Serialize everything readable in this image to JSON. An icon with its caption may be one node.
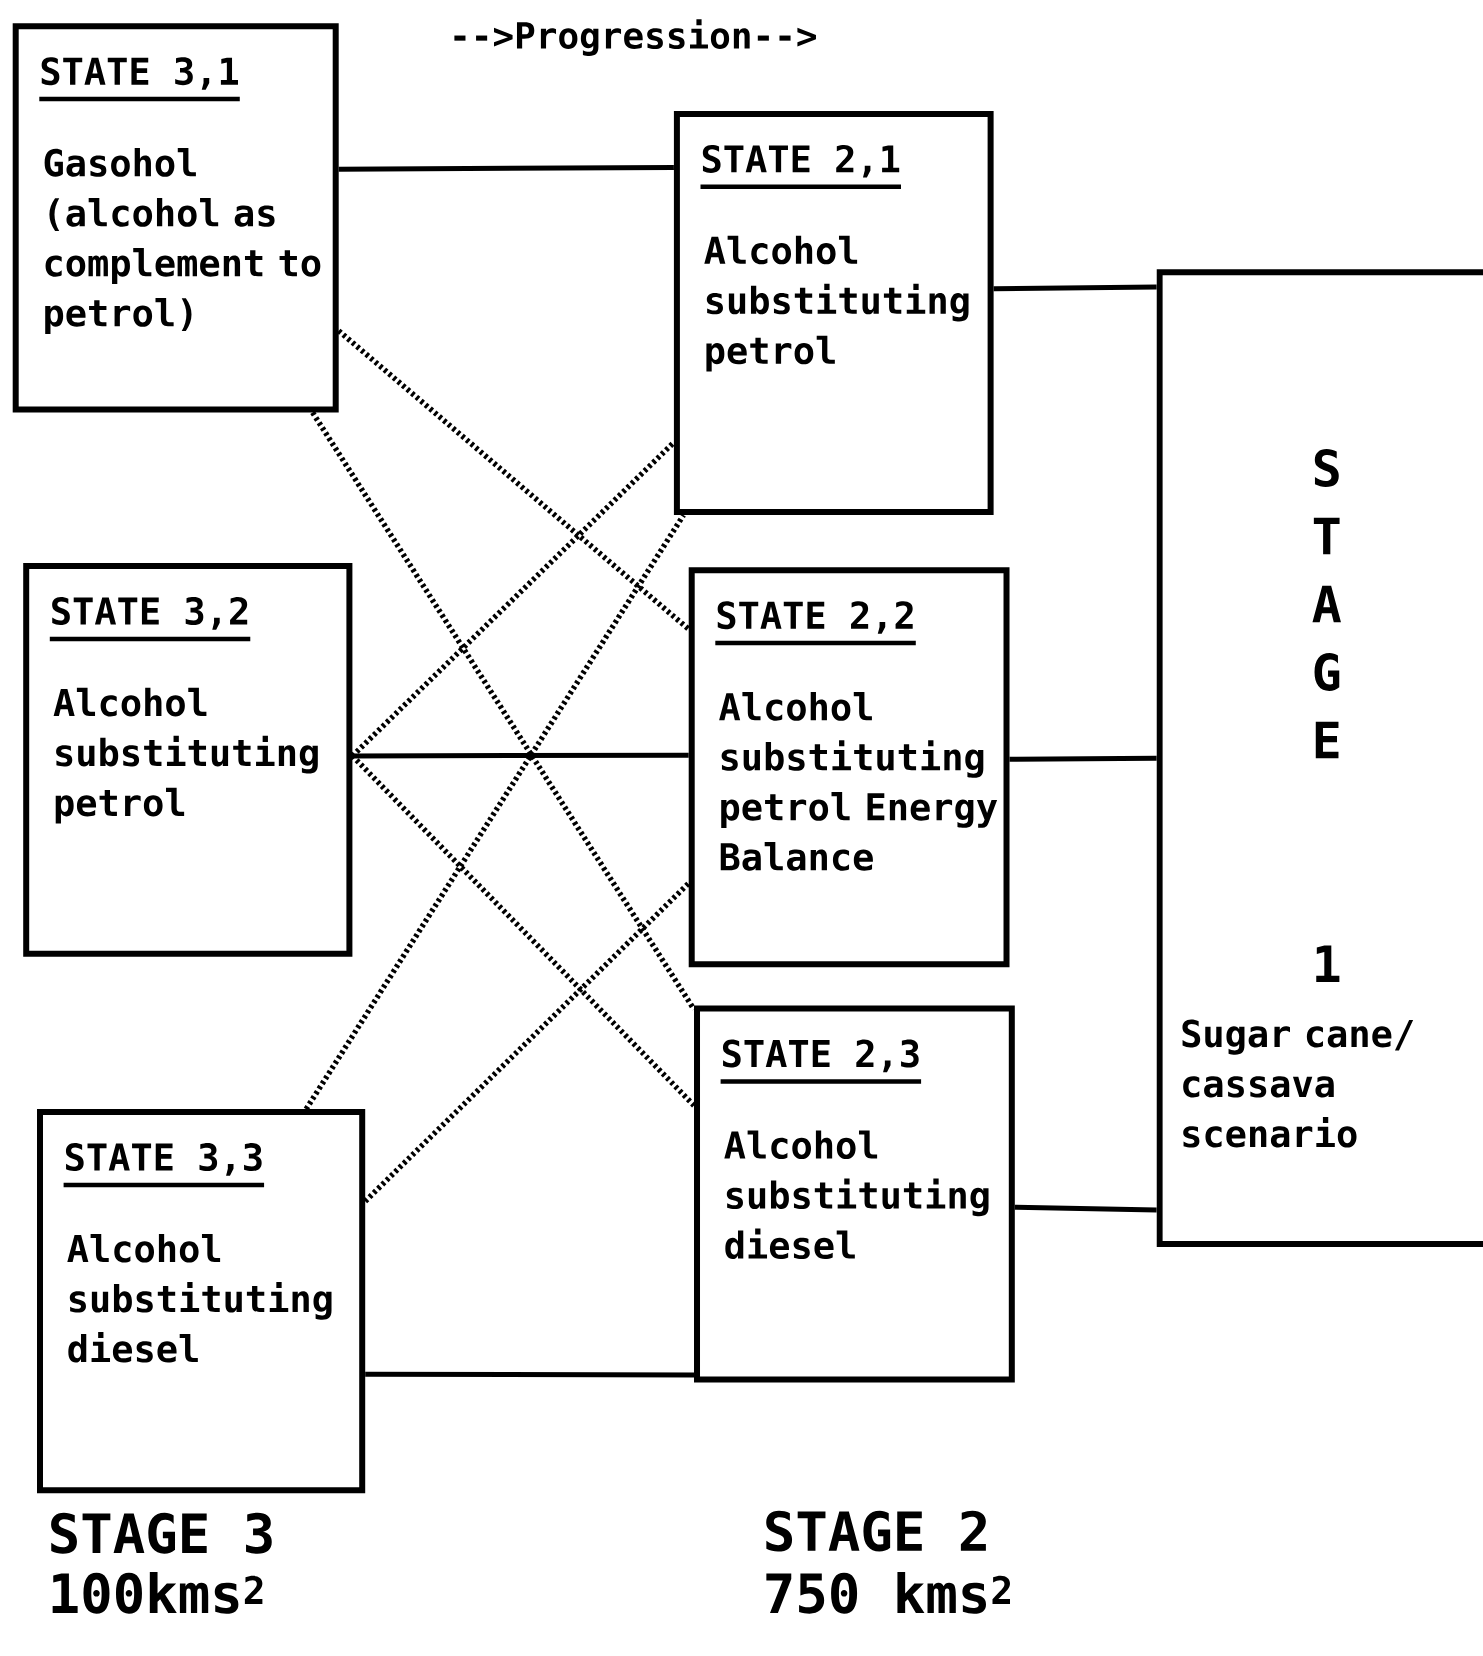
{
  "diagram": {
    "nodes": [
      {
        "text": [
          "STATE 3,1",
          "Gasohol (alcohol as complement to petrol)"
        ]
      },
      {
        "text": [
          "STATE 3,2",
          "Alcohol substituting petrol"
        ]
      },
      {
        "text": [
          "STATE 3,3",
          "Alcohol substituting diesel"
        ]
      },
      {
        "text": [
          "STATE 2,1",
          "Alcohol substituting petrol"
        ]
      },
      {
        "text": [
          "STATE 2,2",
          "Alcohol substituting petrol Energy Balance"
        ]
      },
      {
        "text": [
          "STATE 2,3",
          "Alcohol substituting diesel"
        ]
      },
      {
        "text": [
          "STAGE",
          "1",
          "Sugar cane/ cassava scenario"
        ]
      }
    ],
    "edges": [
      {
        "from": 0,
        "to": 3,
        "arrow": "none"
      },
      {
        "from": 0,
        "to": 4,
        "arrow": "none",
        "style": "dashed"
      },
      {
        "from": 0,
        "to": 5,
        "arrow": "none",
        "style": "dashed"
      },
      {
        "from": 1,
        "to": 3,
        "arrow": "none",
        "style": "dashed"
      },
      {
        "from": 1,
        "to": 4,
        "arrow": "none"
      },
      {
        "from": 1,
        "to": 5,
        "arrow": "none",
        "style": "dashed"
      },
      {
        "from": 2,
        "to": 3,
        "arrow": "none",
        "style": "dashed"
      },
      {
        "from": 2,
        "to": 4,
        "arrow": "none",
        "style": "dashed"
      },
      {
        "from": 2,
        "to": 5,
        "arrow": "none"
      },
      {
        "from": 3,
        "to": 6,
        "arrow": "none"
      },
      {
        "from": 4,
        "to": 6,
        "arrow": "none"
      },
      {
        "from": 5,
        "to": 6,
        "arrow": "none"
      }
    ],
    "labels": [
      "-->Progression-->",
      "STAGE 3",
      "100kms$^{2}$",
      "STAGE 2",
      "750 kms$^{2}$"
    ]
  }
}
